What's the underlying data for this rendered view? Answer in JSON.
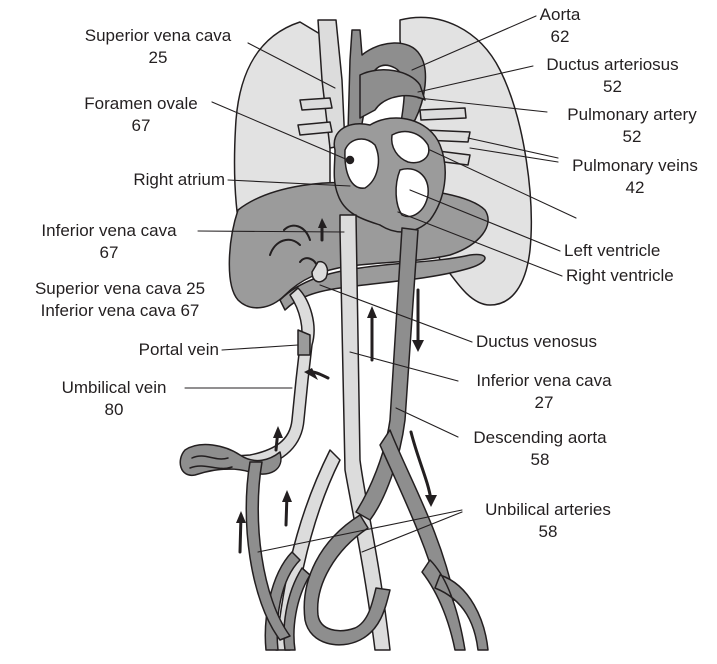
{
  "labels": {
    "svc": {
      "name": "Superior vena cava",
      "value": "25"
    },
    "foramen": {
      "name": "Foramen ovale",
      "value": "67"
    },
    "right_atrium": {
      "name": "Right atrium"
    },
    "ivc_upper": {
      "name": "Inferior vena cava",
      "value": "67"
    },
    "mixed": {
      "line1": "Superior vena cava 25",
      "line2": "Inferior vena cava 67"
    },
    "portal": {
      "name": "Portal vein"
    },
    "umbilical_vein": {
      "name": "Umbilical vein",
      "value": "80"
    },
    "aorta": {
      "name": "Aorta",
      "value": "62"
    },
    "ductus_arteriosus": {
      "name": "Ductus arteriosus",
      "value": "52"
    },
    "pulmonary_artery": {
      "name": "Pulmonary artery",
      "value": "52"
    },
    "pulmonary_veins": {
      "name": "Pulmonary veins",
      "value": "42"
    },
    "left_ventricle": {
      "name": "Left ventricle"
    },
    "right_ventricle": {
      "name": "Right ventricle"
    },
    "ductus_venosus": {
      "name": "Ductus venosus"
    },
    "ivc_lower": {
      "name": "Inferior vena cava",
      "value": "27"
    },
    "descending_aorta": {
      "name": "Descending aorta",
      "value": "58"
    },
    "umbilical_arteries": {
      "name": "Unbilical arteries",
      "value": "58"
    }
  },
  "colors": {
    "lung": "#e2e2e2",
    "liver": "#9b9b9b",
    "vein": "#dcdcdc",
    "artery": "#8e8e8e",
    "outline": "#231f20"
  }
}
